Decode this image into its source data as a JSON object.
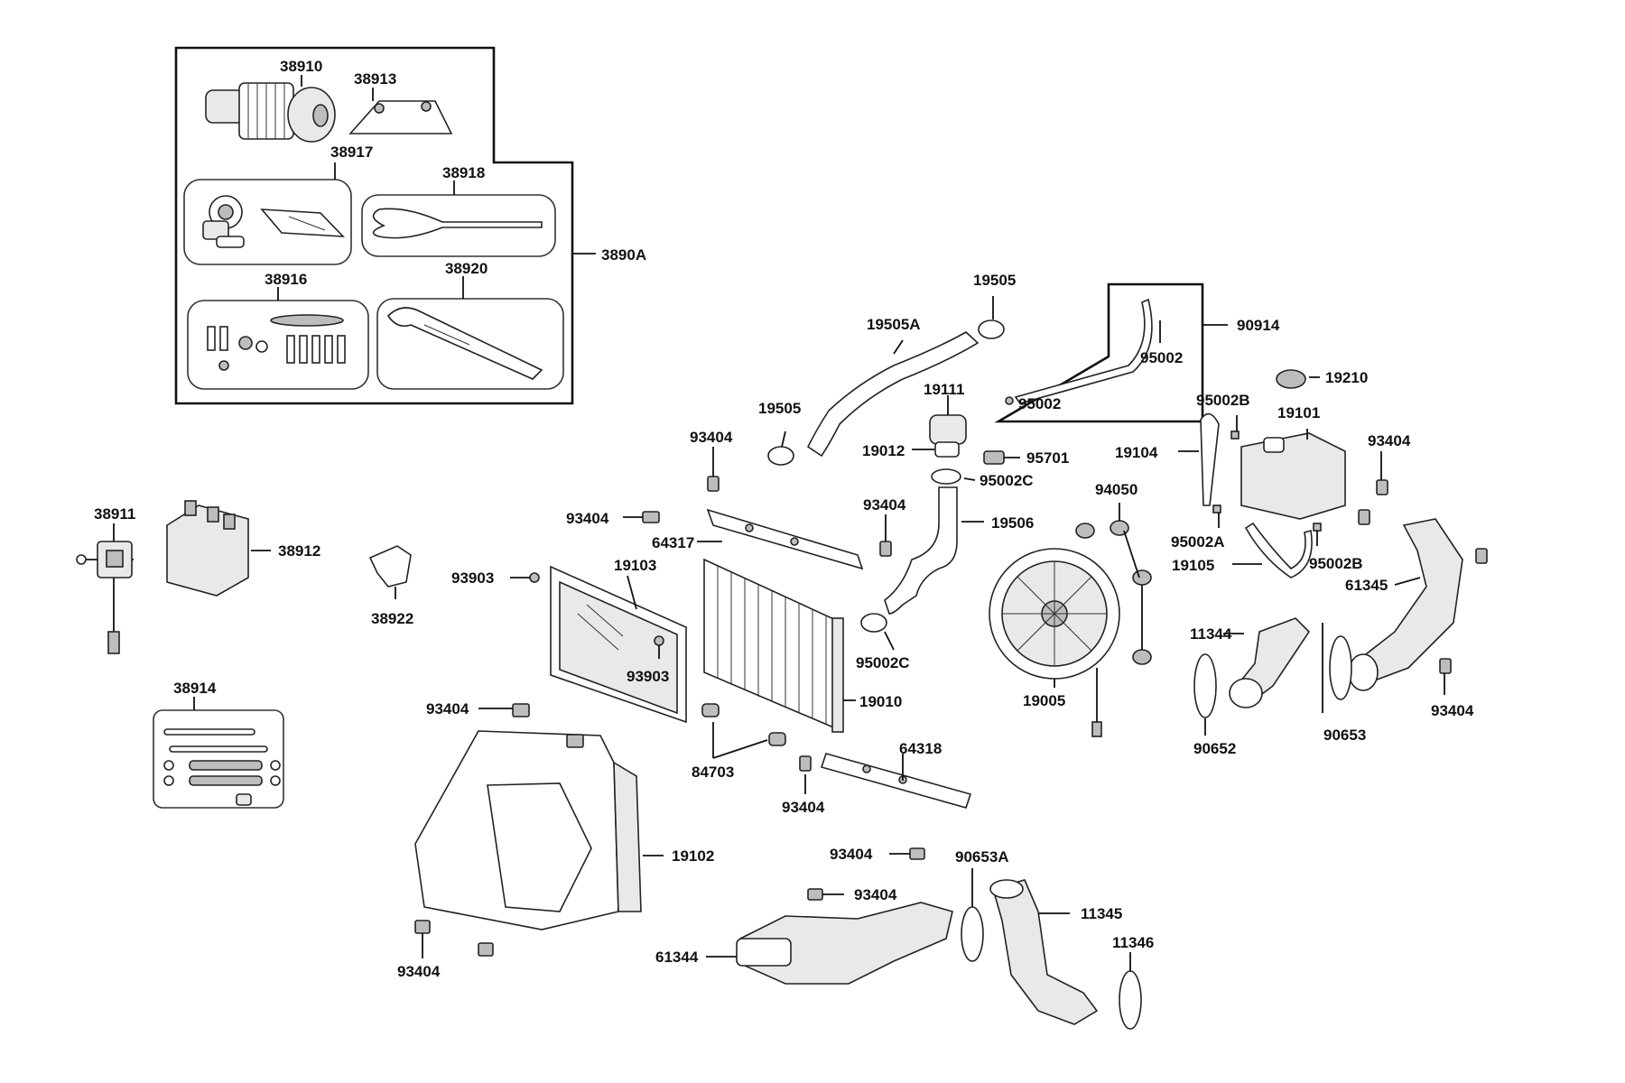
{
  "labels": {
    "l38910": "38910",
    "l38913": "38913",
    "l38917": "38917",
    "l38918": "38918",
    "l3890A": "3890A",
    "l38916": "38916",
    "l38920": "38920",
    "l38911": "38911",
    "l38912": "38912",
    "l38922": "38922",
    "l38914": "38914",
    "l19505a": "19505",
    "l19505A": "19505A",
    "l19505b": "19505",
    "l19111": "19111",
    "l19012": "19012",
    "l95701": "95701",
    "l95002C_a": "95002C",
    "l19506": "19506",
    "l95002C_b": "95002C",
    "l90914": "90914",
    "l95002_a": "95002",
    "l95002_b": "95002",
    "l19210": "19210",
    "l95002B_a": "95002B",
    "l19101": "19101",
    "l19104": "19104",
    "l95002A": "95002A",
    "l19105": "19105",
    "l95002B_b": "95002B",
    "l94050": "94050",
    "l19005": "19005",
    "l93404_a": "93404",
    "l93404_b": "93404",
    "l64317": "64317",
    "l93404_c": "93404",
    "l93903_a": "93903",
    "l19103": "19103",
    "l38922b": "",
    "l93903_b": "93903",
    "l19010": "19010",
    "l93404_d": "93404",
    "l84703": "84703",
    "l64318": "64318",
    "l93404_e": "93404",
    "l19102": "19102",
    "l93404_f": "93404",
    "l93404_g": "93404",
    "l90653A": "90653A",
    "l61344": "61344",
    "l11345": "11345",
    "l11346": "11346",
    "l93404_h": "93404",
    "l93404_i": "93404",
    "l61345": "61345",
    "l11344": "11344",
    "l90652": "90652",
    "l90653": "90653",
    "l93404_j": "93404"
  }
}
